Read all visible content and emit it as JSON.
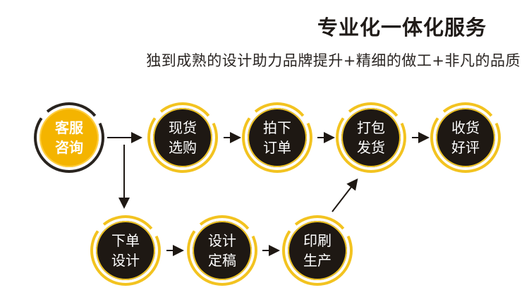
{
  "header": {
    "title": "专业化一体化服务",
    "subtitle": "独到成熟的设计助力品牌提升+精细的做工+非凡的品质"
  },
  "steps": {
    "consult": {
      "line1": "客服",
      "line2": "咨询"
    },
    "select": {
      "line1": "现货",
      "line2": "选购"
    },
    "order": {
      "line1": "拍下",
      "line2": "订单"
    },
    "ship": {
      "line1": "打包",
      "line2": "发货"
    },
    "review": {
      "line1": "收货",
      "line2": "好评"
    },
    "design_order": {
      "line1": "下单",
      "line2": "设计"
    },
    "finalize": {
      "line1": "设计",
      "line2": "定稿"
    },
    "print": {
      "line1": "印刷",
      "line2": "生产"
    }
  },
  "colors": {
    "accent": "#f4b400",
    "node_dark": "#1e1813",
    "ring": "#f2c014"
  }
}
